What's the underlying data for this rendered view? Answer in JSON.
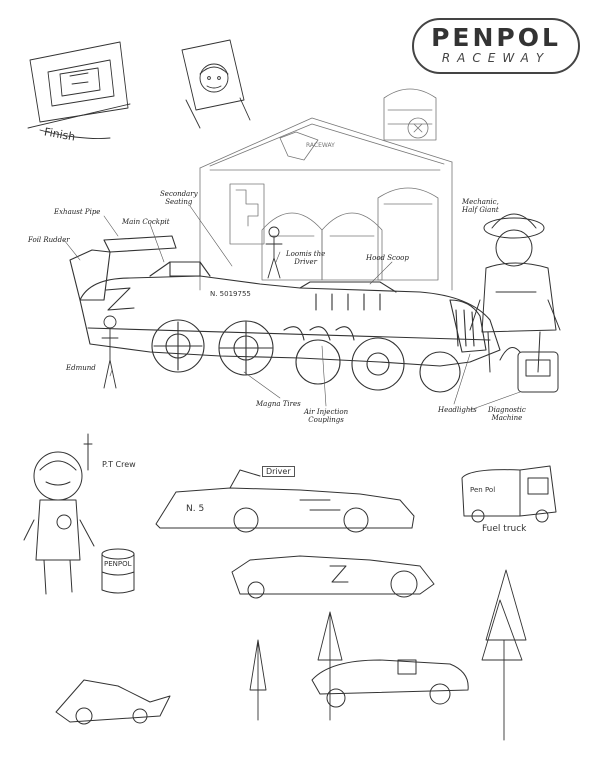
{
  "logo": {
    "title": "PENPOL",
    "subtitle": "RACEWAY"
  },
  "labels": {
    "exhaust_pipe": "Exhaust Pipe",
    "main_cockpit": "Main Cockpit",
    "secondary_seating_1": "Secondary",
    "secondary_seating_2": "Seating",
    "foil_rudder": "Foil Rudder",
    "loomis_1": "Loomis the",
    "loomis_2": "Driver",
    "hood_scoop": "Hood Scoop",
    "mechanic_1": "Mechanic,",
    "mechanic_2": "Half Giant",
    "edmund": "Edmund",
    "magna_tires": "Magna Tires",
    "air_injection_1": "Air Injection",
    "air_injection_2": "Couplings",
    "headlights": "Headlights",
    "diagnostic_1": "Diagnostic",
    "diagnostic_2": "Machine"
  },
  "handwriting": {
    "finish": "Finish",
    "car_number": "N. 5019755",
    "pit_crew": "P.T Crew",
    "barrel": "PENPOL",
    "driver": "Driver",
    "truck_brand": "Pen Pol",
    "fuel_truck": "Fuel truck",
    "number_5": "N. 5",
    "building_sign": "RACEWAY"
  },
  "icon_names": [
    "logo-badge",
    "race-car",
    "garage-building",
    "mechanic-figure",
    "driver-figure",
    "pit-crew-figure",
    "fuel-truck",
    "tree-icon"
  ]
}
